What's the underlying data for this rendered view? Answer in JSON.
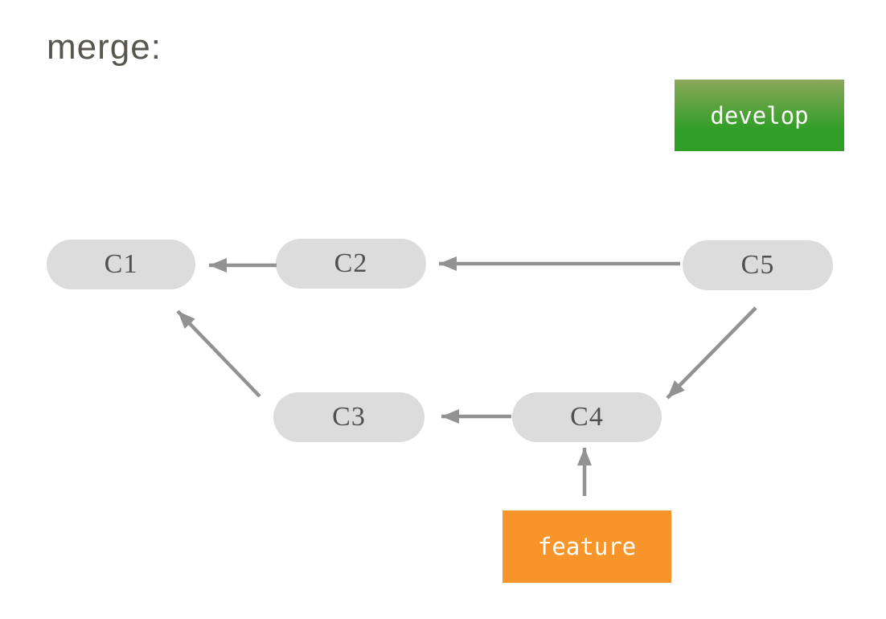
{
  "title": "merge:",
  "branches": {
    "develop": {
      "label": "develop"
    },
    "feature": {
      "label": "feature"
    }
  },
  "commits": {
    "c1": {
      "label": "C1"
    },
    "c2": {
      "label": "C2"
    },
    "c3": {
      "label": "C3"
    },
    "c4": {
      "label": "C4"
    },
    "c5": {
      "label": "C5"
    }
  },
  "edges": [
    {
      "from": "C2",
      "to": "C1"
    },
    {
      "from": "C5",
      "to": "C2"
    },
    {
      "from": "C3",
      "to": "C1"
    },
    {
      "from": "C4",
      "to": "C3"
    },
    {
      "from": "C5",
      "to": "C4"
    },
    {
      "from": "feature",
      "to": "C4"
    }
  ],
  "colors": {
    "node_fill": "#dcdcdc",
    "node_text": "#4f4f4f",
    "arrow": "#929292",
    "title_text": "#59554f",
    "develop_top": "#8ba75a",
    "develop_bottom": "#2e9e26",
    "feature": "#f8952a",
    "page_bg": "#ffffff"
  }
}
